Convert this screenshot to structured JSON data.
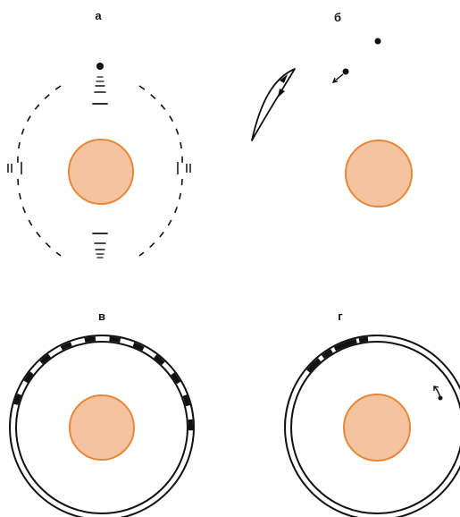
{
  "panels": [
    {
      "id": "a",
      "label": "а"
    },
    {
      "id": "b",
      "label": "б"
    },
    {
      "id": "v",
      "label": "в"
    },
    {
      "id": "g",
      "label": "г"
    }
  ],
  "colors": {
    "nucleus_fill": "#f4c39f",
    "nucleus_stroke": "#e8873a",
    "ink": "#111111"
  }
}
